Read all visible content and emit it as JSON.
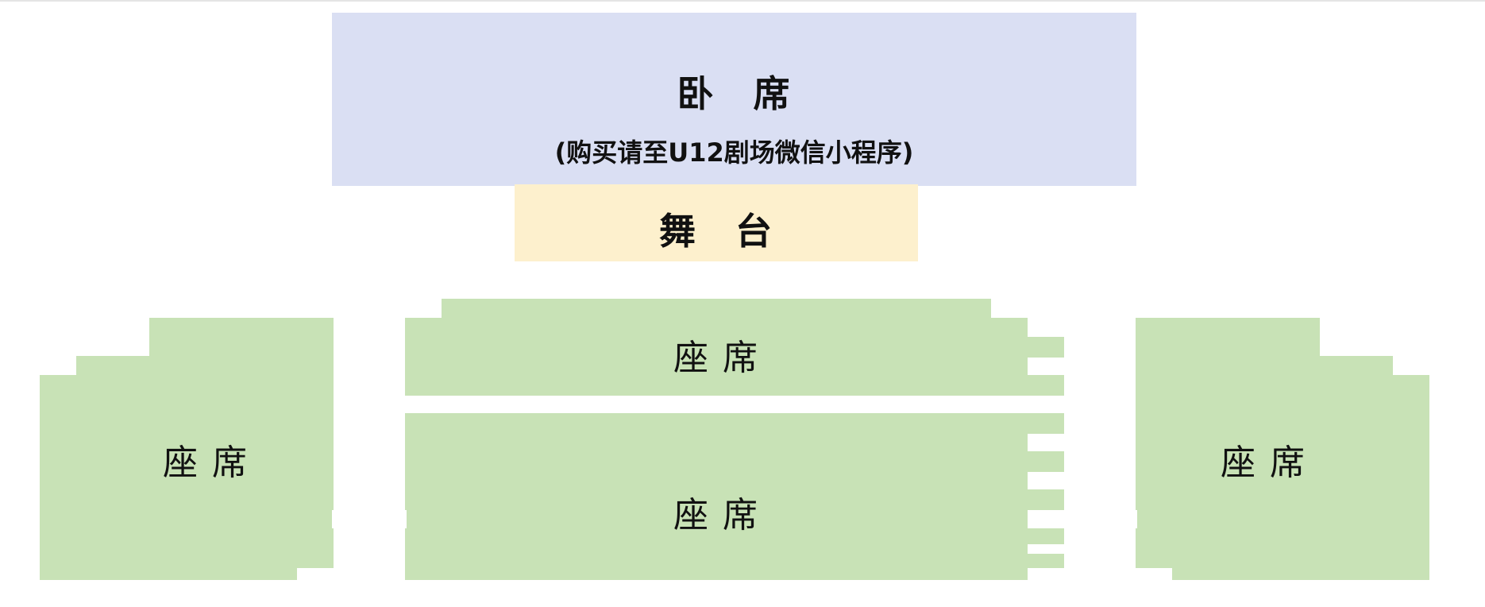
{
  "lie_area": {
    "title": "卧　席",
    "note": "(购买请至U12剧场微信小程序)",
    "color": "#dadff3"
  },
  "stage": {
    "title": "舞　台",
    "color": "#fdf0cd"
  },
  "seating": {
    "left_label": "座 席",
    "center_front_label": "座 席",
    "center_rear_label": "座 席",
    "right_label": "座 席",
    "color": "#c8e2b6"
  }
}
